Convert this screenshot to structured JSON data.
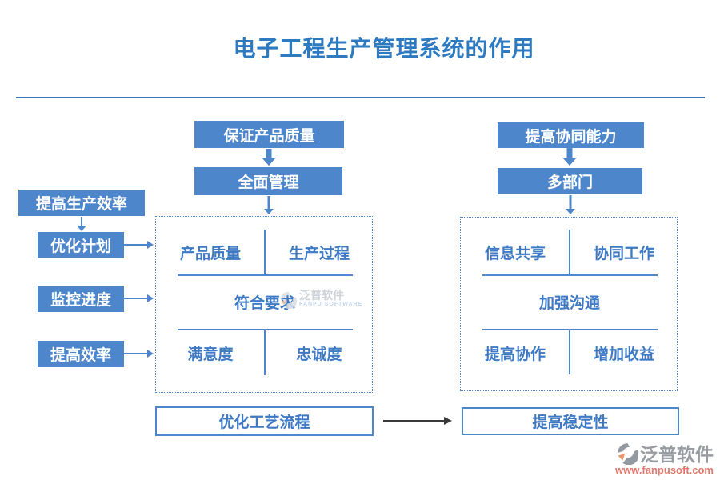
{
  "title": "电子工程生产管理系统的作用",
  "left_column": {
    "header": "提高生产效率",
    "items": [
      "优化计划",
      "监控进度",
      "提高效率"
    ]
  },
  "center_flow": {
    "top": "保证产品质量",
    "middle": "全面管理",
    "cells": {
      "r1c1": "产品质量",
      "r1c2": "生产过程",
      "r2": "符合要求",
      "r3c1": "满意度",
      "r3c2": "忠诚度"
    },
    "bottom": "优化工艺流程"
  },
  "right_flow": {
    "top": "提高协同能力",
    "middle": "多部门",
    "cells": {
      "r1c1": "信息共享",
      "r1c2": "协同工作",
      "r2": "加强沟通",
      "r3c1": "提高协作",
      "r3c2": "增加收益"
    },
    "bottom": "提高稳定性"
  },
  "watermark": {
    "text": "泛普软件",
    "subtext": "FANPU SOFTWARE"
  },
  "logo": {
    "text": "泛普软件",
    "url": "www.fanpusoft.com"
  },
  "colors": {
    "box_blue": "#4E86CB",
    "text_blue": "#3E79C4",
    "title_blue": "#2E7AC1",
    "rule_blue": "#3C74B9",
    "arrow_dark": "#3a3a3a",
    "logo_grey": "#989CA1",
    "logo_url": "#E0796B"
  }
}
